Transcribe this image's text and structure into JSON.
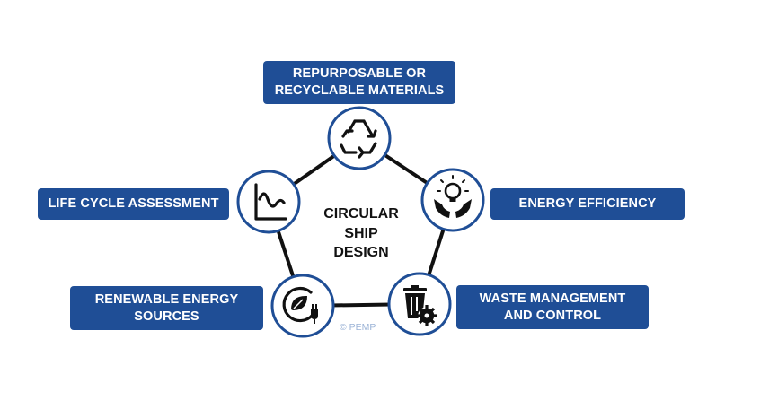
{
  "diagram": {
    "center": [
      "CIRCULAR",
      "SHIP",
      "DESIGN"
    ],
    "copyright": "© PEMP",
    "nodes": [
      {
        "id": "materials",
        "lines": [
          "REPURPOSABLE OR",
          "RECYCLABLE MATERIALS"
        ],
        "icon": "recycle-icon"
      },
      {
        "id": "energy-efficiency",
        "lines": [
          "ENERGY EFFICIENCY"
        ],
        "icon": "hands-lightbulb-icon"
      },
      {
        "id": "waste",
        "lines": [
          "WASTE MANAGEMENT",
          "AND CONTROL"
        ],
        "icon": "trash-bin-gear-icon"
      },
      {
        "id": "renewable",
        "lines": [
          "RENEWABLE ENERGY",
          "SOURCES"
        ],
        "icon": "leaf-plug-icon"
      },
      {
        "id": "lca",
        "lines": [
          "LIFE CYCLE ASSESSMENT"
        ],
        "icon": "wave-graph-icon"
      }
    ],
    "colors": {
      "box_fill": "#1f4e96",
      "circle_border": "#1f4e96",
      "pentagon_line": "#111111",
      "text_white": "#ffffff"
    }
  }
}
